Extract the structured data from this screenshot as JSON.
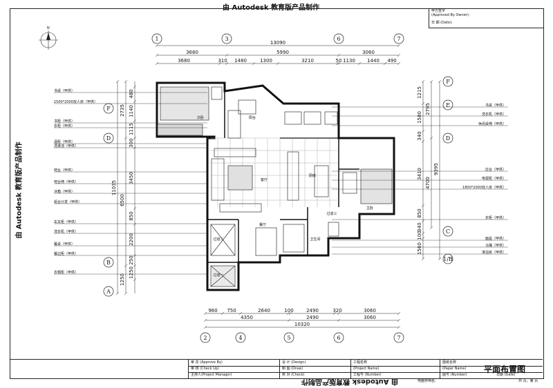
{
  "watermark": "由 Autodesk 教育版产品制作",
  "owner_box": {
    "sign_label": "甲方签字",
    "approved_label": "(Approved By Owner):",
    "date_label": "日 期 (Date):"
  },
  "compass_label": "N",
  "top_axes": [
    "1",
    "3",
    "6",
    "7"
  ],
  "bottom_axes": [
    "2",
    "4",
    "5",
    "6",
    "7"
  ],
  "left_axes": [
    "F",
    "D",
    "B",
    "A"
  ],
  "right_axes": [
    "F",
    "E",
    "D",
    "C",
    "1/B"
  ],
  "top_dims": {
    "overall": "13090",
    "row2": [
      "3680",
      "5990",
      "3060"
    ],
    "row3": [
      "3680",
      "310",
      "1480",
      "1300",
      "3210",
      "50",
      "1130",
      "1440",
      "490"
    ]
  },
  "bottom_dims": {
    "row1": [
      "960",
      "750",
      "2640",
      "100",
      "2490",
      "320",
      "3060"
    ],
    "row2": [
      "4350",
      "2490",
      "3060"
    ],
    "overall": "10320"
  },
  "left_dims": {
    "inner": [
      "480",
      "1140",
      "1115",
      "300",
      "3450",
      "850",
      "2200",
      "250",
      "1250"
    ],
    "middle": [
      "2735",
      "6500",
      "1250"
    ],
    "overall": "11035"
  },
  "right_dims": {
    "inner": [
      "1215",
      "1580",
      "340",
      "3410",
      "850",
      "340",
      "100",
      "1560"
    ],
    "middle": [
      "2795",
      "4700"
    ],
    "overall": "9395"
  },
  "left_labels": [
    "书桌（甲供）",
    "1500*2000双人床（甲供）",
    "书柜（甲供）",
    "衣柜（甲供）",
    "酒柜（甲供）",
    "洗漱池（甲供）",
    "吧台（甲供）",
    "吧台椅（甲供）",
    "冰箱（甲供）",
    "组合沙发（甲供）",
    "玄关柜（甲供）",
    "洗衣机（甲供）",
    "餐桌（甲供）",
    "餐边柜（甲供）",
    "衣帽柜（甲供）"
  ],
  "right_labels": [
    "书桌（甲供）",
    "洗衣机（甲供）",
    "休闲桌椅（甲供）",
    "灶台（甲供）",
    "电视柜（甲供）",
    "1800*2000双人床（甲供）",
    "衣柜（甲供）",
    "面盆（甲供）",
    "马桶（甲供）",
    "淋浴房（甲供）"
  ],
  "room_labels": [
    "次卧",
    "阳台",
    "客厅",
    "厨房",
    "主卧",
    "过道三",
    "餐厅",
    "过道二",
    "卫生间",
    "过道一"
  ],
  "title_block": {
    "approve": "审 定 (Approve By)",
    "check": "审 核 (Check Up)",
    "manager": "主持人(Project Manager)",
    "design": "设 计 (Design)",
    "draw": "制 图 (Draw)",
    "checked": "校 对 (Check)",
    "project_name": "工程名称",
    "project_name_en": "(Project Name)",
    "project_no": "工程号 (Number)",
    "paper_name": "图纸名称",
    "paper_name_en": "(Paper Name)",
    "paper_no": "图号 (Number)",
    "date": "日期 (Date)",
    "computer_file": "电脑存档名:",
    "total_pages": "共 页，第 页"
  },
  "drawing_title": "平面布置图"
}
